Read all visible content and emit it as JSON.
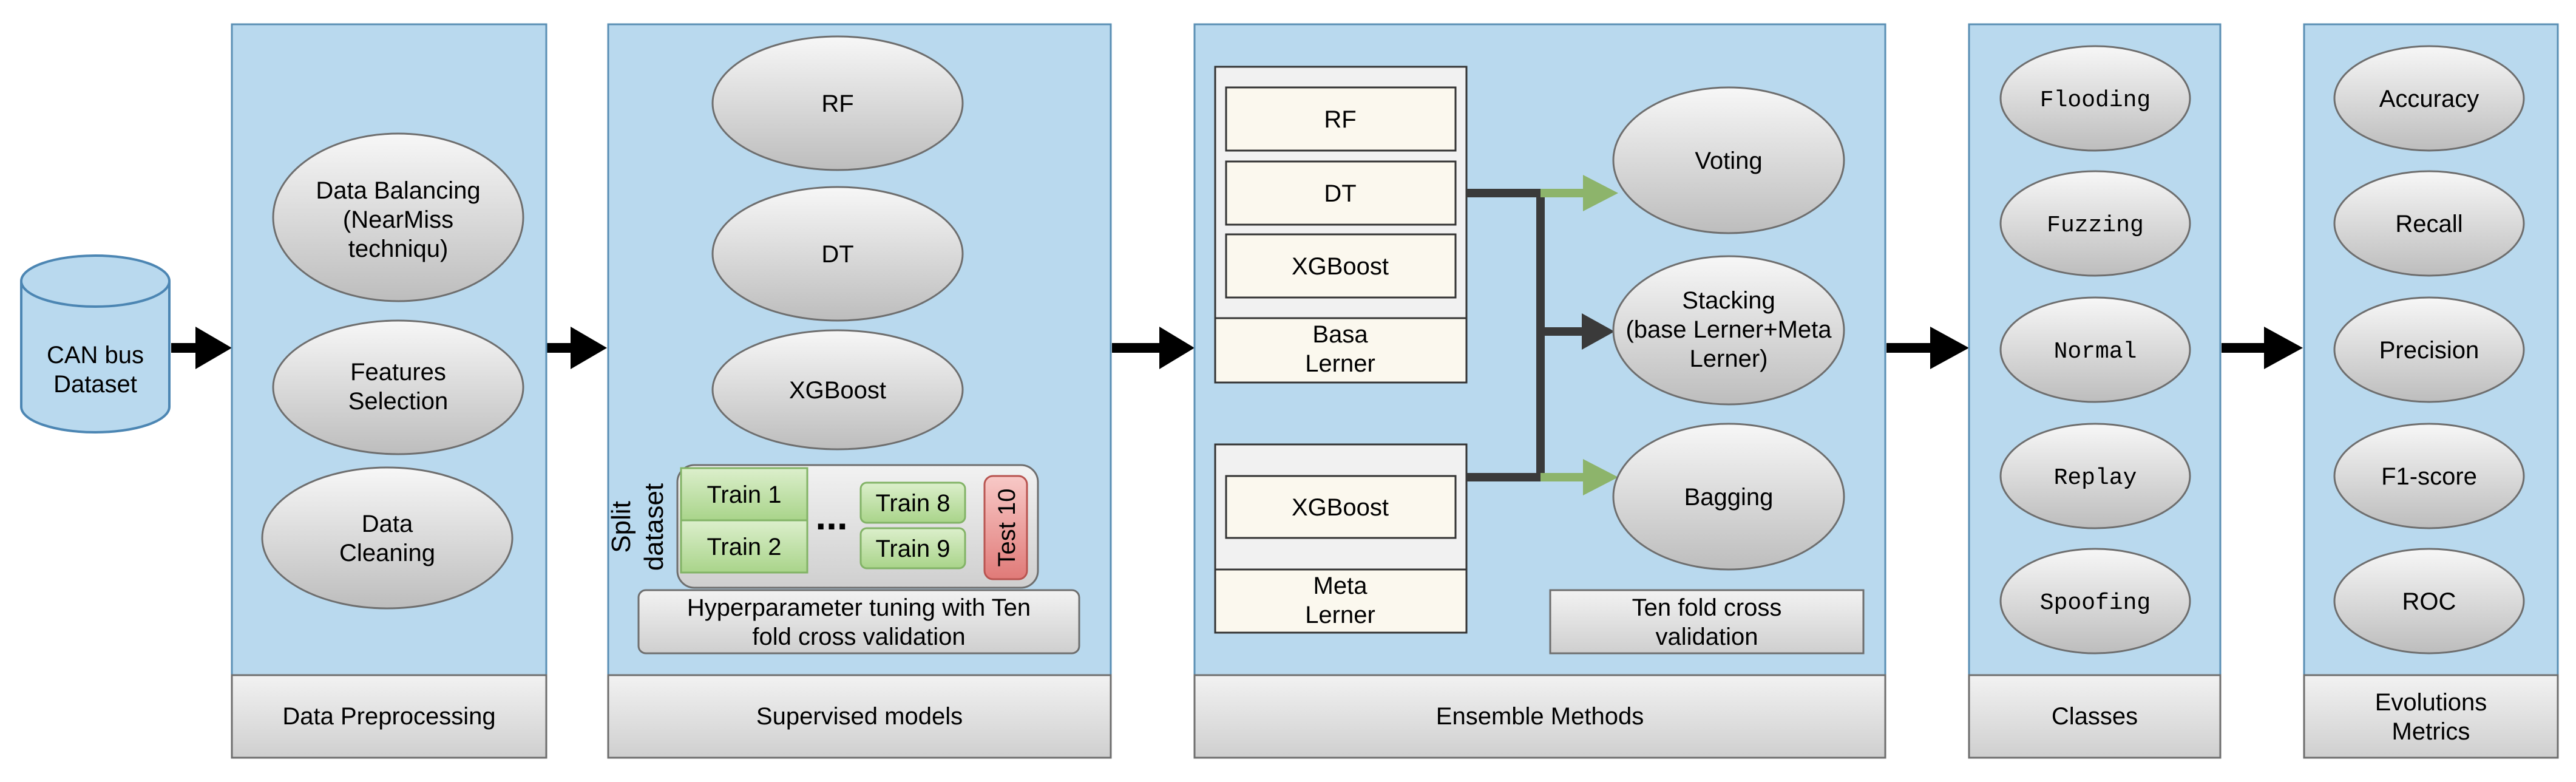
{
  "input": {
    "dataset": [
      "CAN bus",
      "Dataset"
    ]
  },
  "preprocessing": {
    "title": "Data Preprocessing",
    "steps": [
      [
        "Data Balancing",
        "(NearMiss",
        "techniqu)"
      ],
      [
        "Features",
        "Selection"
      ],
      [
        "Data",
        "Cleaning"
      ]
    ]
  },
  "supervised": {
    "title": "Supervised models",
    "models": [
      "RF",
      "DT",
      "XGBoost"
    ],
    "split": {
      "label": [
        "Split",
        "dataset"
      ],
      "train_left": [
        "Train 1",
        "Train 2"
      ],
      "ellipsis": "...",
      "train_right": [
        "Train 8",
        "Train 9"
      ],
      "test": "Test 10"
    },
    "tuning": [
      "Hyperparameter tuning with Ten",
      "fold cross validation"
    ]
  },
  "ensemble": {
    "title": "Ensemble Methods",
    "base_models": [
      "RF",
      "DT",
      "XGBoost"
    ],
    "base_label": [
      "Basa",
      "Lerner"
    ],
    "meta_models": [
      "XGBoost"
    ],
    "meta_label": [
      "Meta",
      "Lerner"
    ],
    "methods": [
      [
        "Voting"
      ],
      [
        "Stacking",
        "(base Lerner+Meta",
        "Lerner)"
      ],
      [
        "Bagging"
      ]
    ],
    "cv_note": [
      "Ten fold cross",
      "validation"
    ]
  },
  "classes": {
    "title": "Classes",
    "items": [
      "Flooding",
      "Fuzzing",
      "Normal",
      "Replay",
      "Spoofing"
    ]
  },
  "metrics": {
    "title": [
      "Evolutions",
      "Metrics"
    ],
    "items": [
      "Accuracy",
      "Recall",
      "Precision",
      "F1-score",
      "ROC"
    ]
  },
  "colors": {
    "panel": "#b9d9ee",
    "panel_border": "#5a8fb4",
    "arrow": "#000000",
    "connector": "#3a3a3a",
    "green_arrow": "#8db46b",
    "train_fill": "#c9e6b3",
    "test_fill": "#f4a8a6"
  }
}
